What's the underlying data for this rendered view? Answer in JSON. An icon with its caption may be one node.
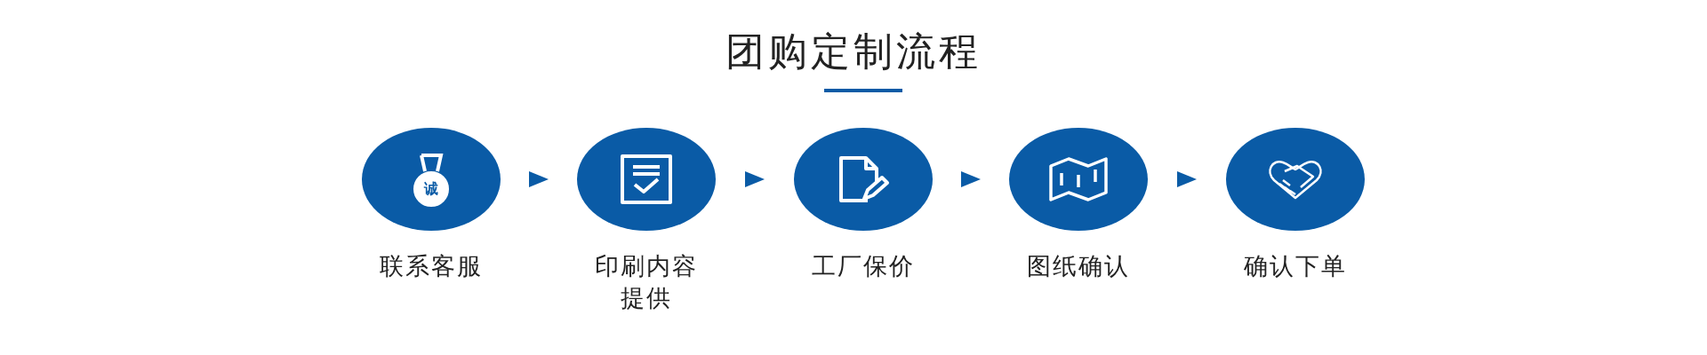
{
  "diagram": {
    "title": "团购定制流程",
    "nodes": [
      {
        "text": [
          "诚"
        ],
        "beside": [
          "联系客服"
        ]
      },
      {
        "text": [],
        "shape": "circle",
        "beside": [
          "印刷内容提供"
        ]
      },
      {
        "text": [],
        "shape": "circle",
        "beside": [
          "工厂保价"
        ]
      },
      {
        "text": [],
        "shape": "circle",
        "beside": [
          "图纸确认"
        ]
      },
      {
        "text": [],
        "shape": "circle",
        "beside": [
          "确认下单"
        ]
      }
    ],
    "edges": [
      {
        "from": 0,
        "to": 1,
        "arrow": "to"
      },
      {
        "from": 1,
        "to": 2,
        "arrow": "to"
      },
      {
        "from": 2,
        "to": 3,
        "arrow": "to"
      },
      {
        "from": 3,
        "to": 4,
        "arrow": "to"
      }
    ]
  }
}
